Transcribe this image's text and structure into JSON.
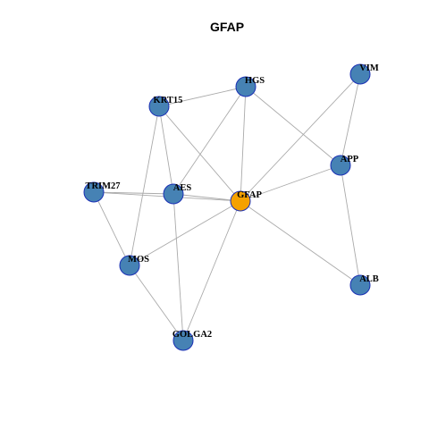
{
  "title": "GFAP",
  "colors": {
    "center_node": "#f5a100",
    "neighbor_node": "#4682b4",
    "node_border": "#1a2fb5",
    "edge": "#aaaaaa"
  },
  "nodes": [
    {
      "id": "GFAP",
      "label": "GFAP",
      "role": "center"
    },
    {
      "id": "HGS",
      "label": "HGS",
      "role": "neighbor"
    },
    {
      "id": "VIM",
      "label": "VIM",
      "role": "neighbor"
    },
    {
      "id": "KRT15",
      "label": "KRT15",
      "role": "neighbor"
    },
    {
      "id": "APP",
      "label": "APP",
      "role": "neighbor"
    },
    {
      "id": "TRIM27",
      "label": "TRIM27",
      "role": "neighbor"
    },
    {
      "id": "AES",
      "label": "AES",
      "role": "neighbor"
    },
    {
      "id": "MOS",
      "label": "MOS",
      "role": "neighbor"
    },
    {
      "id": "ALB",
      "label": "ALB",
      "role": "neighbor"
    },
    {
      "id": "GOLGA2",
      "label": "GOLGA2",
      "role": "neighbor"
    }
  ],
  "edges": [
    [
      "KRT15",
      "HGS"
    ],
    [
      "KRT15",
      "AES"
    ],
    [
      "KRT15",
      "GFAP"
    ],
    [
      "KRT15",
      "MOS"
    ],
    [
      "HGS",
      "AES"
    ],
    [
      "HGS",
      "GFAP"
    ],
    [
      "HGS",
      "APP"
    ],
    [
      "VIM",
      "GFAP"
    ],
    [
      "VIM",
      "APP"
    ],
    [
      "APP",
      "GFAP"
    ],
    [
      "APP",
      "ALB"
    ],
    [
      "TRIM27",
      "AES"
    ],
    [
      "TRIM27",
      "GFAP"
    ],
    [
      "TRIM27",
      "MOS"
    ],
    [
      "AES",
      "GFAP"
    ],
    [
      "AES",
      "GOLGA2"
    ],
    [
      "GFAP",
      "MOS"
    ],
    [
      "GFAP",
      "GOLGA2"
    ],
    [
      "GFAP",
      "ALB"
    ],
    [
      "MOS",
      "GOLGA2"
    ]
  ]
}
